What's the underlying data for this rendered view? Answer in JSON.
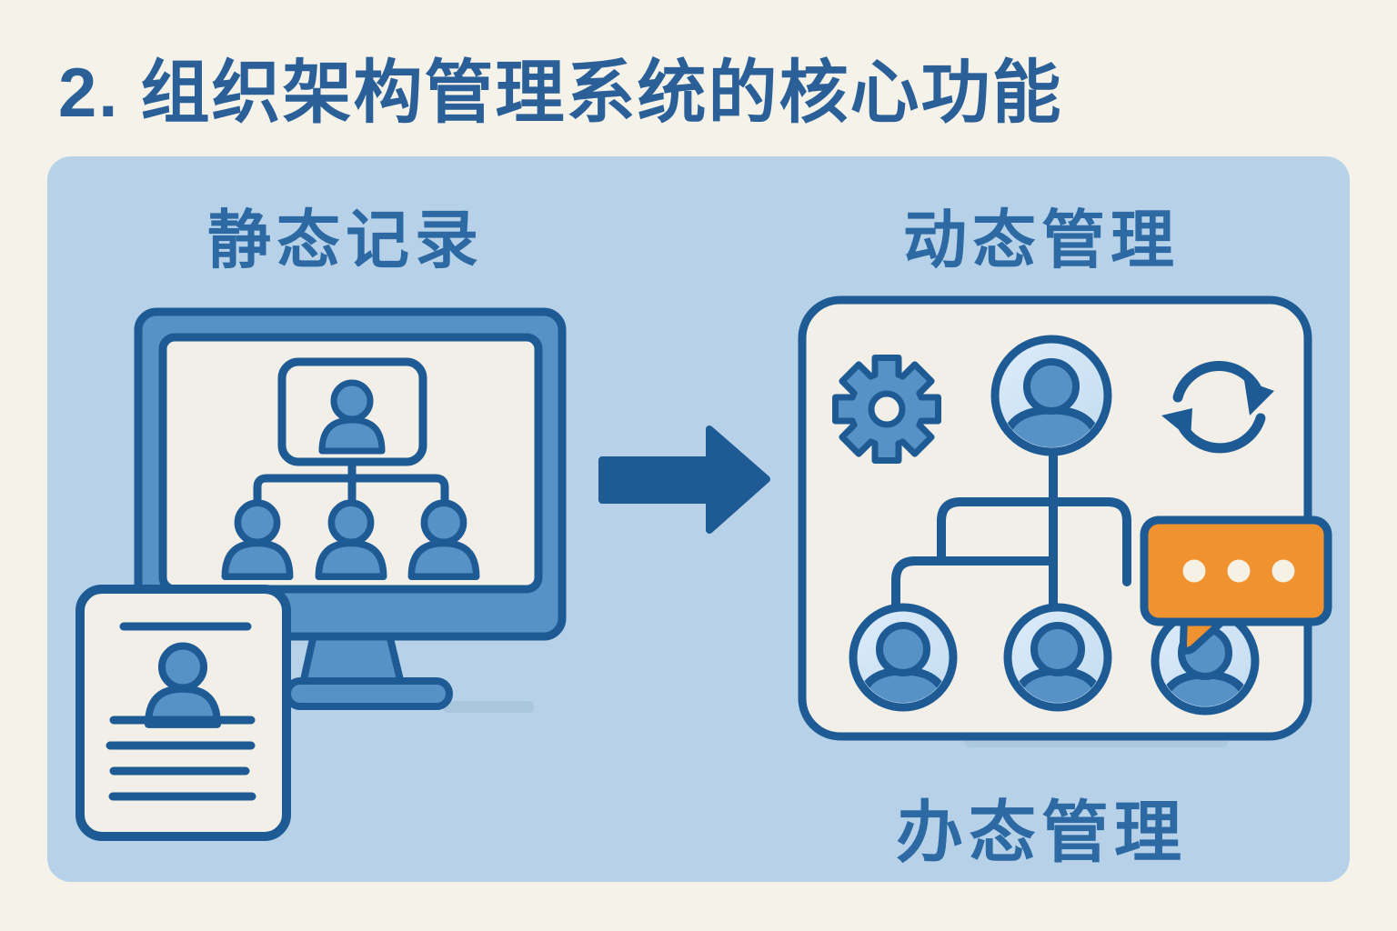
{
  "title": "2. 组织架构管理系统的核心功能",
  "sections": {
    "left": {
      "label": "静态记录"
    },
    "right": {
      "label": "动态管理",
      "caption": "办态管理"
    }
  },
  "icons": {
    "left": [
      "monitor-icon",
      "org-chart-icon",
      "profile-document-icon"
    ],
    "center": [
      "arrow-right-icon"
    ],
    "right": [
      "gear-icon",
      "user-avatar-icon",
      "sync-icon",
      "org-chart-icon",
      "chat-bubble-icon"
    ]
  },
  "colors": {
    "background": "#f5f2ea",
    "panel": "#b7d2e8",
    "ink": "#1e5b94",
    "blue_mid": "#5692c5",
    "surface": "#f2efe8",
    "avatar_light": "#d9e9f9",
    "avatar_dark": "#c2dbf0",
    "orange": "#f0922f",
    "dot_cream": "#f6f1e5",
    "shadow": "#a6c1d8",
    "title_color": "#2a6097",
    "label_color": "#2d6aa4"
  }
}
